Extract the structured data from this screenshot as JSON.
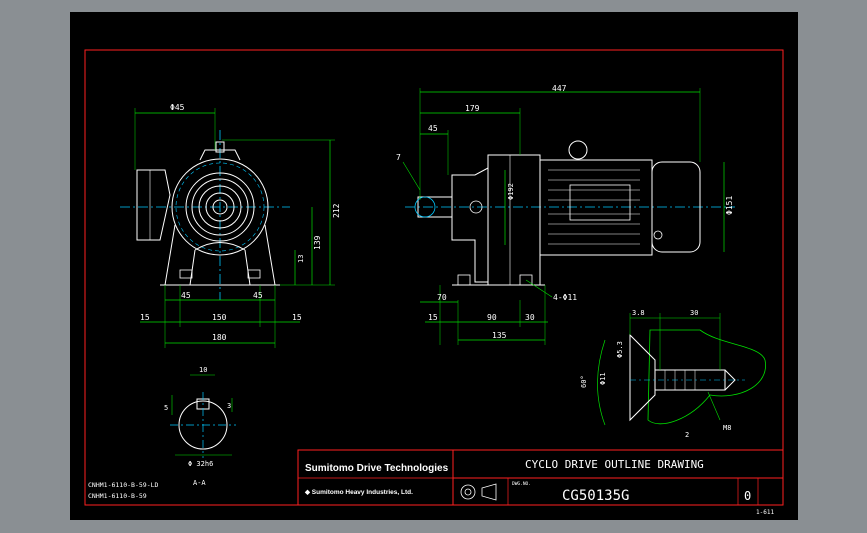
{
  "colors": {
    "chrome": "#8a8f93",
    "canvas": "#000000",
    "border": "#ff2020",
    "dim": "#00e000",
    "center": "#00c8ff",
    "body": "#ffffff",
    "title_text": "#ffffff"
  },
  "front_view": {
    "dim_top": "Φ45",
    "dim_height": "212",
    "dim_shaft_height": "139",
    "dim_small": "13",
    "dim_left_inner": "45",
    "dim_right_inner": "45",
    "dim_left_edge": "15",
    "dim_center_span": "150",
    "dim_right_edge": "15",
    "dim_total_width": "180"
  },
  "side_view": {
    "dim_total_length": "447",
    "dim_gear_length": "179",
    "dim_shaft_length": "45",
    "dim_flange_dia": "Φ192",
    "dim_motor_dia": "Φ151",
    "dim_foot_offset": "70",
    "dim_left_edge": "15",
    "dim_foot_span": "90",
    "dim_right_edge": "30",
    "dim_base_length": "135",
    "hole_note": "4-Φ11",
    "callout_label": "7"
  },
  "section_view": {
    "dim_key_width": "10",
    "dim_key_height": "5",
    "dim_small": "3",
    "dim_shaft_dia": "Φ 32h6",
    "label": "A-A"
  },
  "detail_view": {
    "dim_a": "3.8",
    "dim_b": "30",
    "dim_c": "Φ5.3",
    "dim_d": "Φ11",
    "dim_angle": "60°",
    "dim_thread": "M8",
    "label": "2"
  },
  "left_notes": {
    "line1": "CNHM1-6110-B-59-LD",
    "line2": "CNHM1-6110-B-59"
  },
  "title_block": {
    "brand": "Sumitomo Drive Technologies",
    "sub_brand": "◆ Sumitomo Heavy Industries, Ltd.",
    "title": "CYCLO DRIVE OUTLINE DRAWING",
    "drawing_no_label": "DWG.NO.",
    "drawing_no": "CG50135G",
    "revision": "0",
    "sheet_note": "1-611"
  }
}
